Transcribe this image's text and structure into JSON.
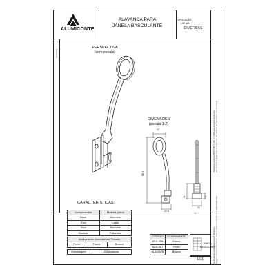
{
  "brand": {
    "name": "ALUMICONTE"
  },
  "title_block": {
    "title_line1": "ALAVANCA PARA",
    "title_line2": "JANELA BASCULANTE",
    "application_label": "APLICAÇÃO",
    "line_label": "LINHAS:",
    "line_value": "DIVERSAS"
  },
  "left_margin_text": "Desenhista",
  "right_margin_lines": [
    "Tolerâncias conforme ABNT NBR 14.350 - 2. Válido para produtos Alumiconte",
    "Este desenho é propriedade da Alumiconte, não podendo ser reproduzido sem autorização",
    "As dimensões estão expressas em milímetros",
    "Imagens meramente ilustrativas. Todos os direitos reservados à ALUMICONTE LTDA."
  ],
  "perspective": {
    "heading": "PERSPECTIVA",
    "note": "(sem escala)"
  },
  "dimensions": {
    "heading": "DIMENSÕES",
    "note": "(escala 1:2)",
    "width_top": "17",
    "height_total": "96,6",
    "height_mid": "31",
    "height_small": "10",
    "depth": "22",
    "width_bottom": "27,6",
    "thickness": "5"
  },
  "characteristics": {
    "heading": "CARACTERÍSTICAS:",
    "columns": [
      "Componentes",
      "Matéria-prima"
    ],
    "rows": [
      [
        "Base",
        "Alumínio"
      ],
      [
        "Eixo",
        "Latão"
      ],
      [
        "Alça",
        "Alumínio"
      ],
      [
        "Buchas",
        "Poliamida"
      ]
    ],
    "finish_label": "Acabamento Anodizado  e Pintado",
    "finishes": [
      "Preto",
      "Fosco",
      "Branco"
    ],
    "packaging_label": "Embalagem",
    "packaging_value": "10 Alavancas"
  },
  "codes": {
    "columns": [
      "CÓDIGO",
      "ACABAMENTO"
    ],
    "rows": [
      [
        "ALA-056",
        "Fosco"
      ],
      [
        "ALA-057",
        "Preto"
      ],
      [
        "ALA-057B",
        "Branco"
      ]
    ]
  },
  "product_box": {
    "label_line1": "JANELA",
    "label_line2": "BASCULANTE"
  },
  "page_number": "1.01"
}
